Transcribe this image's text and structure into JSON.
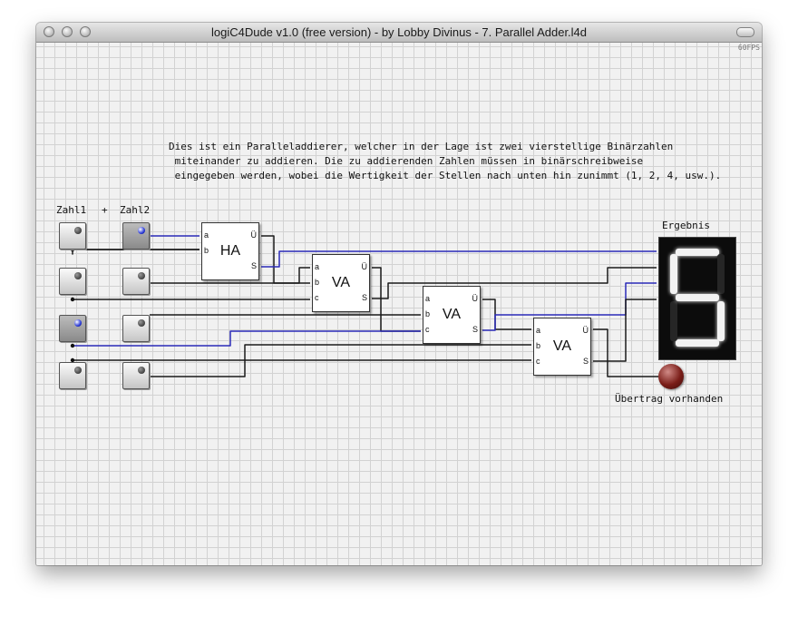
{
  "window": {
    "title": "logiC4Dude v1.0 (free version) - by Lobby Divinus - 7. Parallel Adder.l4d",
    "fps": "60FPS"
  },
  "description": "Dies ist ein Paralleladdierer, welcher in der Lage ist zwei vierstellige Binärzahlen\n miteinander zu addieren. Die zu addierenden Zahlen müssen in binärschreibweise\n eingegeben werden, wobei die Wertigkeit der Stellen nach unten hin zunimmt (1, 2, 4, usw.).",
  "inputs": {
    "zahl1_label": "Zahl1",
    "plus_label": "+",
    "zahl2_label": "Zahl2",
    "zahl1_bits": [
      0,
      0,
      1,
      0
    ],
    "zahl2_bits": [
      1,
      0,
      0,
      0
    ]
  },
  "gates": [
    {
      "name": "HA",
      "pins": {
        "a": "a",
        "b": "b",
        "carry": "Ü",
        "sum": "S"
      }
    },
    {
      "name": "VA",
      "pins": {
        "a": "a",
        "b": "b",
        "c": "c",
        "carry": "Ü",
        "sum": "S"
      }
    },
    {
      "name": "VA",
      "pins": {
        "a": "a",
        "b": "b",
        "c": "c",
        "carry": "Ü",
        "sum": "S"
      }
    },
    {
      "name": "VA",
      "pins": {
        "a": "a",
        "b": "b",
        "c": "c",
        "carry": "Ü",
        "sum": "S"
      }
    }
  ],
  "output": {
    "result_label": "Ergebnis",
    "display_digit": "5",
    "carry_label": "Übertrag vorhanden",
    "carry_active": false
  },
  "colors": {
    "active_wire": "#2a2ab8",
    "inactive_wire": "#1a1a1a",
    "display_bg": "#0c0c0c",
    "segment_on": "#f2f2f2",
    "lamp": "#7a1d18"
  }
}
